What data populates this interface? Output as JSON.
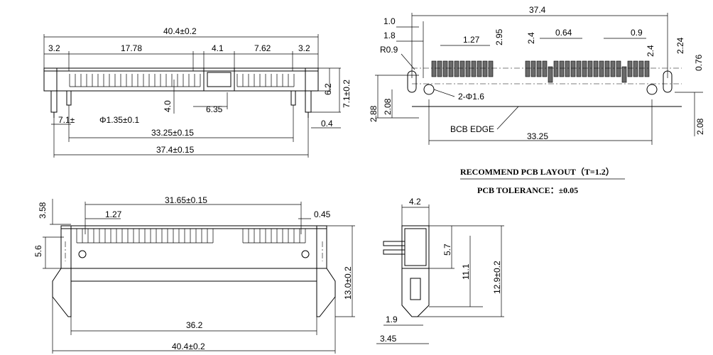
{
  "front_view": {
    "overall": "40.4±0.2",
    "left_edge": "3.2",
    "left_pitch_block": "17.78",
    "center_gap": "4.1",
    "right_pitch_block": "7.62",
    "right_edge": "3.2",
    "height_top": "6.2",
    "height_total": "7.1±0.2",
    "slot_height": "4.0",
    "slot_width": "6.35",
    "pin_offset": "7.1±",
    "hole_dia": "Φ1.35±0.1",
    "pin_span": "33.25±0.15",
    "pin_size": "0.4",
    "bottom_total": "37.4±0.15"
  },
  "pcb_layout": {
    "span_total": "37.4",
    "d_1_0": "1.0",
    "d_1_8": "1.8",
    "pitch": "1.27",
    "d_2_95": "2.95",
    "d_2_4": "2.4",
    "d_0_64": "0.64",
    "d_0_9": "0.9",
    "d_2_24": "2.24",
    "d_2_4b": "2.4",
    "d_0_76": "0.76",
    "radius": "R0.9",
    "hole_callout": "2-Φ1.6",
    "d_2_88": "2.88",
    "d_2_08": "2.08",
    "d_2_08b": "2.08",
    "edge_label": "BCB EDGE",
    "span_holes": "33.25",
    "note_title": "RECOMMEND PCB LAYOUT（T=1.2）",
    "note_tolerance": "PCB TOLERANCE：±0.05"
  },
  "top_view": {
    "h_3_58": "3.58",
    "pin_span": "31.65±0.15",
    "pitch": "1.27",
    "pin_width": "0.45",
    "h_5_6": "5.6",
    "height": "13.0±0.2",
    "inner_width": "36.2",
    "overall": "40.4±0.2"
  },
  "side_view": {
    "width_top": "4.2",
    "h_5_7": "5.7",
    "h_11_1": "11.1",
    "h_12_9": "12.9±0.2",
    "d_1_9": "1.9",
    "d_3_45": "3.45"
  }
}
